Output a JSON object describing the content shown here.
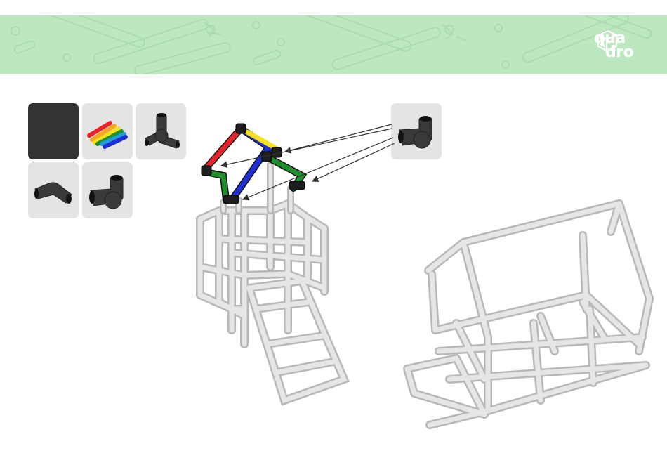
{
  "brand": {
    "logo_line1": "qua",
    "logo_line2": "dro"
  },
  "colors": {
    "banner": "#bde8bf",
    "tile": "#e4e4e4",
    "tile_active": "#333333",
    "pipe_red": "#e8232a",
    "pipe_blue": "#1f2fd6",
    "pipe_yellow": "#f5e21a",
    "pipe_green": "#1e8f2a",
    "connector": "#3a3a3a",
    "frame": "#d9d9d9"
  },
  "parts_palette": [
    {
      "name": "active-slot"
    },
    {
      "name": "colored-pipes-bundle"
    },
    {
      "name": "three-way-connector"
    },
    {
      "name": "elbow-connector"
    },
    {
      "name": "corner-connector"
    }
  ],
  "callout_part": {
    "name": "corner-connector"
  }
}
